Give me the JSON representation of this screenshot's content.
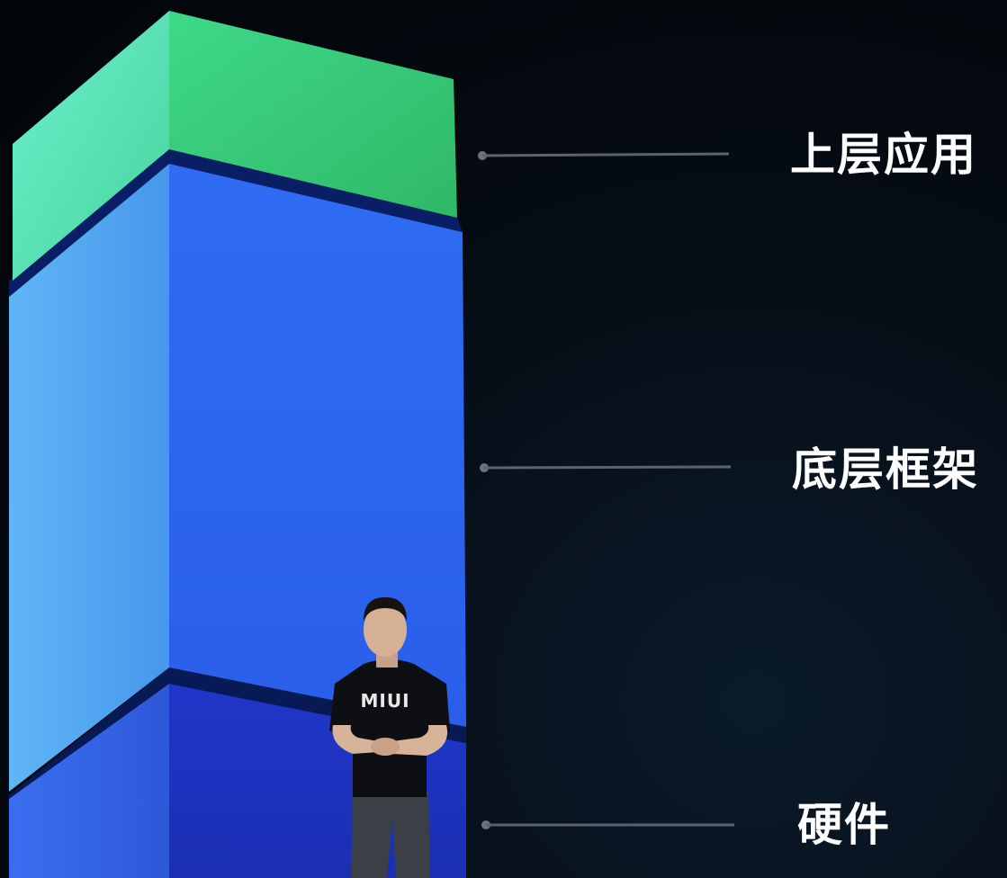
{
  "diagram": {
    "layers": [
      {
        "id": "top",
        "label": "上层应用",
        "color_top": "#2fbf6a",
        "color_left": "#5ce6c4",
        "color_front": "#3bd27a"
      },
      {
        "id": "middle",
        "label": "底层框架",
        "color_top": "#0b2c8c",
        "color_left": "#52a8f0",
        "color_front": "#2f6ff0"
      },
      {
        "id": "bottom",
        "label": "硬件",
        "color_top": "#0a1f6a",
        "color_left": "#2f5fe0",
        "color_front": "#1f3fcf"
      }
    ],
    "connector_color": "#5a6470"
  },
  "speaker": {
    "shirt_text": "MIUI"
  }
}
